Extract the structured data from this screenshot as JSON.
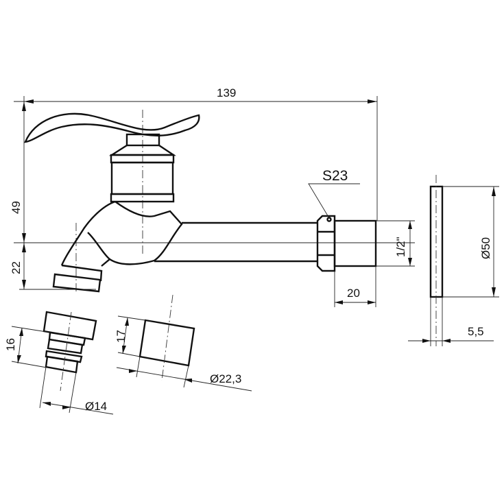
{
  "title": "Wall tap technical drawing",
  "dimensions": {
    "overall_length": "139",
    "height_above_axis": "49",
    "height_below_axis": "22",
    "wrench_size": "S23",
    "thread": "1/2\"",
    "thread_length": "20",
    "flange_diameter": "Ø50",
    "flange_thickness": "5,5",
    "aerator_height": "16",
    "aerator_diameter": "Ø14",
    "sleeve_height": "17",
    "sleeve_diameter": "Ø22,3"
  }
}
